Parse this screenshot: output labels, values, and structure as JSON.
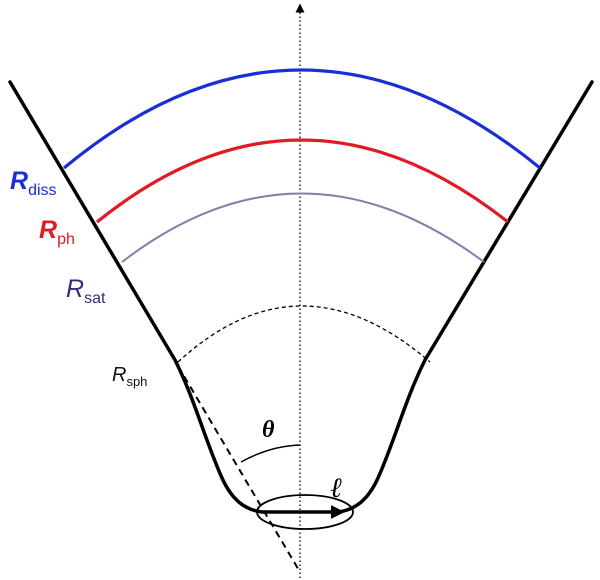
{
  "labels": {
    "r_diss": {
      "main": "R",
      "sub": "diss",
      "color": "#1a2ed8"
    },
    "r_ph": {
      "main": "R",
      "sub": "ph",
      "color": "#e01b24"
    },
    "r_sat": {
      "main": "R",
      "sub": "sat",
      "color": "#3b2a78"
    },
    "r_sph": {
      "main": "R",
      "sub": "sph",
      "color": "#111111"
    },
    "theta": "θ",
    "ell": "ℓ"
  },
  "colors": {
    "diss_arc": "#1a2ed8",
    "ph_arc": "#e01b24",
    "sat_arc": "#8c7aab",
    "outline": "#000000"
  }
}
